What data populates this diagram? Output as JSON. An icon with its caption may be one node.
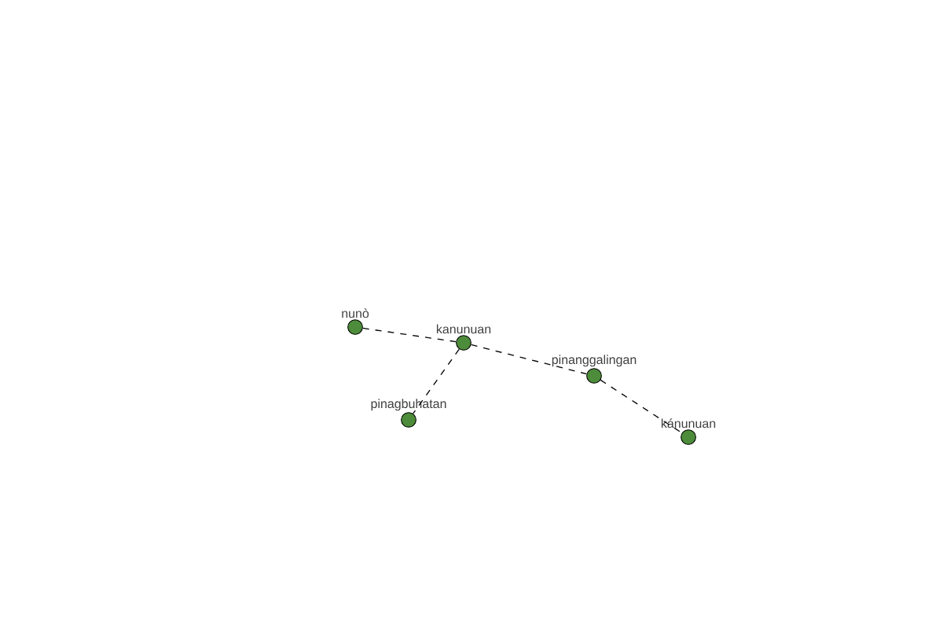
{
  "diagram": {
    "nodes": [
      {
        "text": [
          "nunò"
        ]
      },
      {
        "text": [
          "kanunuan"
        ]
      },
      {
        "text": [
          "pinanggalingan"
        ]
      },
      {
        "text": [
          "pinagbuhatan"
        ]
      },
      {
        "text": [
          "kánunuan"
        ]
      }
    ],
    "edges": [
      {
        "from": 0,
        "to": 1,
        "arrow": "none",
        "style": "dashed"
      },
      {
        "from": 1,
        "to": 3,
        "arrow": "none",
        "style": "dashed"
      },
      {
        "from": 1,
        "to": 2,
        "arrow": "none",
        "style": "dashed"
      },
      {
        "from": 2,
        "to": 4,
        "arrow": "none",
        "style": "dashed"
      }
    ]
  }
}
